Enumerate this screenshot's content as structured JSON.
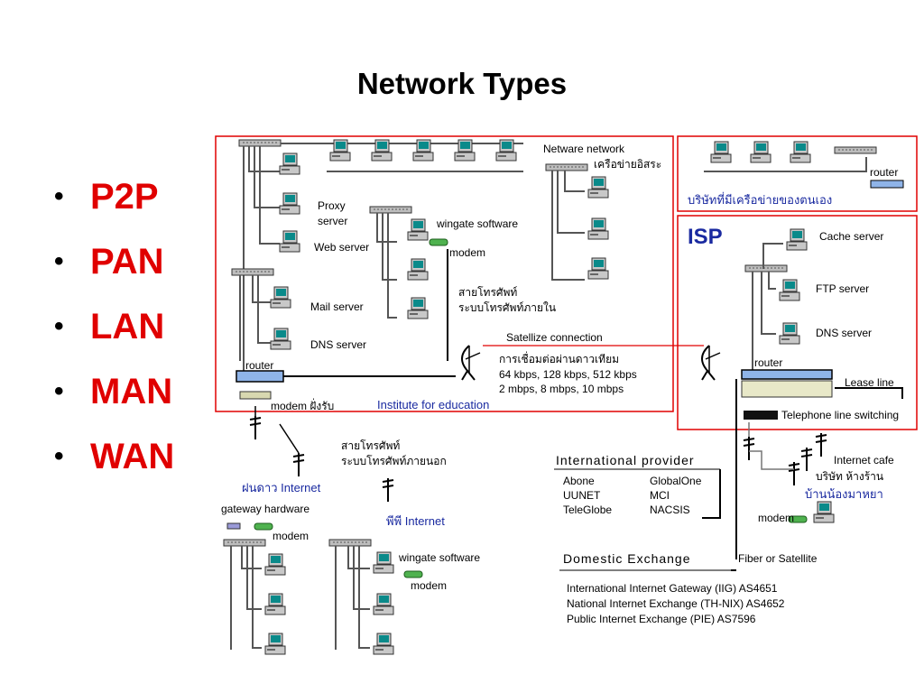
{
  "slide": {
    "title": "Network Types",
    "bullets": [
      "P2P",
      "PAN",
      "LAN",
      "MAN",
      "WAN"
    ]
  },
  "diagram": {
    "labels": {
      "netware": "Netware network",
      "independent_net": "เครือข่ายอิสระ",
      "proxy1": "Proxy",
      "proxy2": "server",
      "web_server": "Web server",
      "mail_server": "Mail server",
      "dns_server_left": "DNS server",
      "wingate_top": "wingate software",
      "modem_top": "modem",
      "phone_internal1": "สายโทรศัพท์",
      "phone_internal2": "ระบบโทรศัพท์ภายใน",
      "router_left": "router",
      "modem_receive": "modem ฝั่งรับ",
      "institute": "Institute for education",
      "satellite": "Satellize connection",
      "satellite_th": "การเชื่อมต่อผ่านดาวเทียม",
      "speeds1": "64 kbps, 128 kbps, 512 kbps",
      "speeds2": "2 mbps, 8 mbps, 10 mbps",
      "router_right_top": "router",
      "company_net": "บริษัทที่มีเครือข่ายของตนเอง",
      "isp": "ISP",
      "cache_server": "Cache server",
      "ftp_server": "FTP server",
      "dns_server_right": "DNS server",
      "router_isp": "router",
      "lease_line": "Lease line",
      "telephone_switch": "Telephone line switching",
      "phone_external1": "สายโทรศัพท์",
      "phone_external2": "ระบบโทรศัพท์ภายนอก",
      "fahdaw": "ฝนดาว Internet",
      "gateway_hw": "gateway hardware",
      "modem_bl": "modem",
      "pipi": "พีพี Internet",
      "wingate_bottom": "wingate software",
      "modem_bm": "modem",
      "internet_cafe": "Internet cafe",
      "company_shop": "บริษัท ห้างร้าน",
      "home": "บ้านน้องมาหยา",
      "modem_br": "modem",
      "fiber": "Fiber or Satellite"
    },
    "international": {
      "heading": "International provider",
      "left": [
        "Abone",
        "UUNET",
        "TeleGlobe"
      ],
      "right": [
        "GlobalOne",
        "MCI",
        "NACSIS"
      ]
    },
    "domestic": {
      "heading": "Domestic Exchange",
      "items": [
        "International Internet Gateway (IIG) AS4651",
        "National Internet Exchange (TH-NIX) AS4652",
        "Public Internet Exchange (PIE) AS7596"
      ]
    },
    "colors": {
      "bullet_text": "#e00000",
      "region_border": "#e00000",
      "link_text": "#1a2aa0",
      "satellite_link": "#e00000"
    }
  }
}
